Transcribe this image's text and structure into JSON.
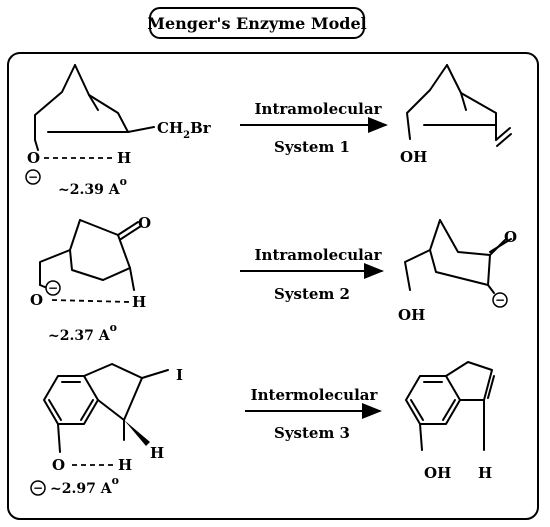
{
  "title": "Menger's Enzyme Model",
  "systems": [
    {
      "arrow_label_top": "Intramolecular",
      "arrow_label_bottom": "System 1",
      "reactant": {
        "substituent": "CH",
        "substituent_sub": "2",
        "substituent_tail": "Br",
        "oxygen": "O",
        "hydrogen": "H",
        "charge": "−",
        "distance": "~2.39 A",
        "distance_sup": "o"
      },
      "product": {
        "hydroxyl": "OH"
      }
    },
    {
      "arrow_label_top": "Intramolecular",
      "arrow_label_bottom": "System 2",
      "reactant": {
        "carbonyl_oxygen": "O",
        "oxygen": "O",
        "hydrogen": "H",
        "charge": "−",
        "distance": "~2.37 A",
        "distance_sup": "o"
      },
      "product": {
        "carbonyl_oxygen": "O",
        "hydroxyl": "OH",
        "charge": "−"
      }
    },
    {
      "arrow_label_top": "Intermolecular",
      "arrow_label_bottom": "System 3",
      "reactant": {
        "iodine": "I",
        "oxygen": "O",
        "hydrogen_bond": "H",
        "hydrogen": "H",
        "charge": "−",
        "distance": "~2.97 A",
        "distance_sup": "o"
      },
      "product": {
        "hydroxyl": "OH",
        "hydrogen": "H"
      }
    }
  ]
}
